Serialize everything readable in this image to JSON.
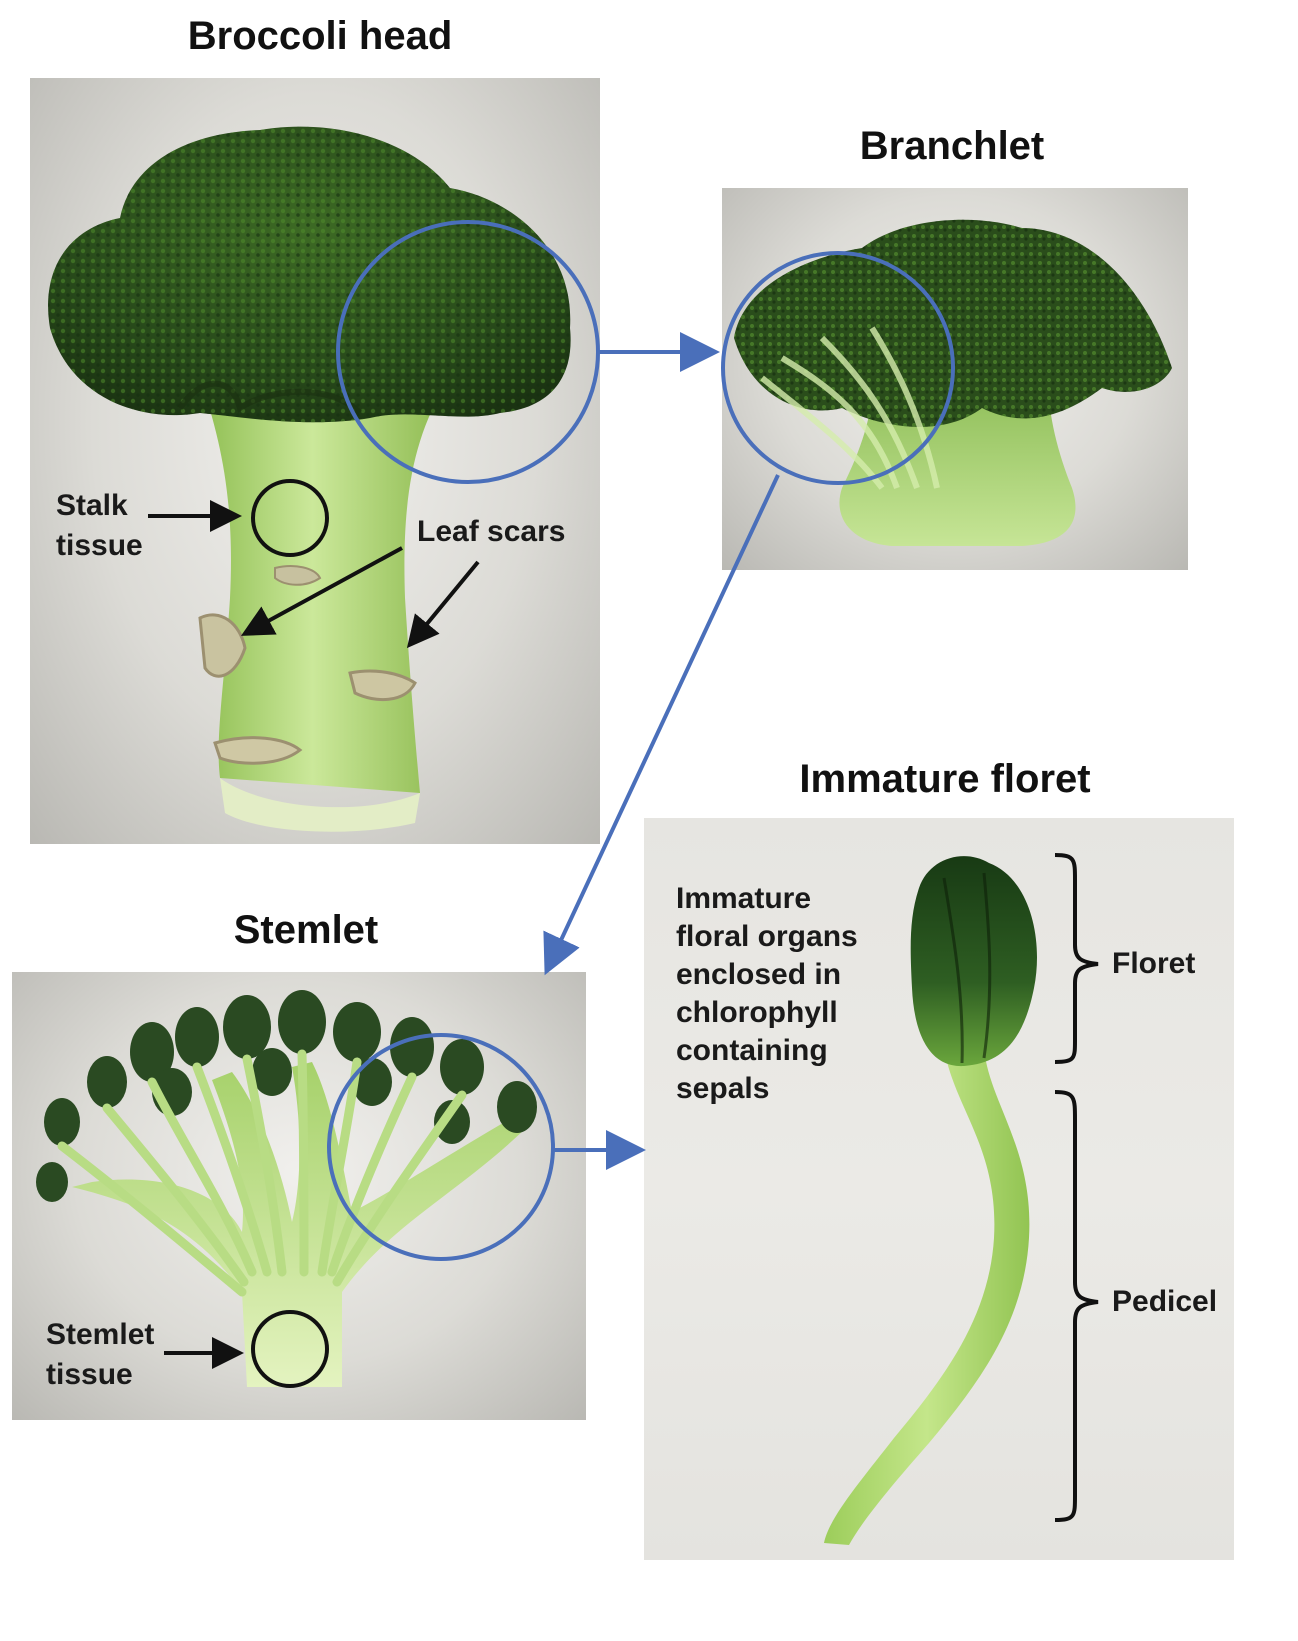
{
  "titles": {
    "broccoli_head": "Broccoli head",
    "branchlet": "Branchlet",
    "immature_floret": "Immature floret",
    "stemlet": "Stemlet"
  },
  "labels": {
    "stalk_tissue": [
      "Stalk",
      "tissue"
    ],
    "leaf_scars": "Leaf scars",
    "stemlet_tissue": [
      "Stemlet",
      "tissue"
    ],
    "floral_organs": [
      "Immature",
      "floral organs",
      "enclosed in",
      "chlorophyll",
      "containing",
      "sepals"
    ],
    "floret": "Floret",
    "pedicel": "Pedicel"
  },
  "colors": {
    "circle_blue": "#4a6fba",
    "arrow_blue": "#4a6fba",
    "floret_dark_green": "#1f4a1a",
    "floret_mid_green": "#3f7a2a",
    "stalk_light_green": "#b9dc7a",
    "annotation_black": "#111111"
  }
}
